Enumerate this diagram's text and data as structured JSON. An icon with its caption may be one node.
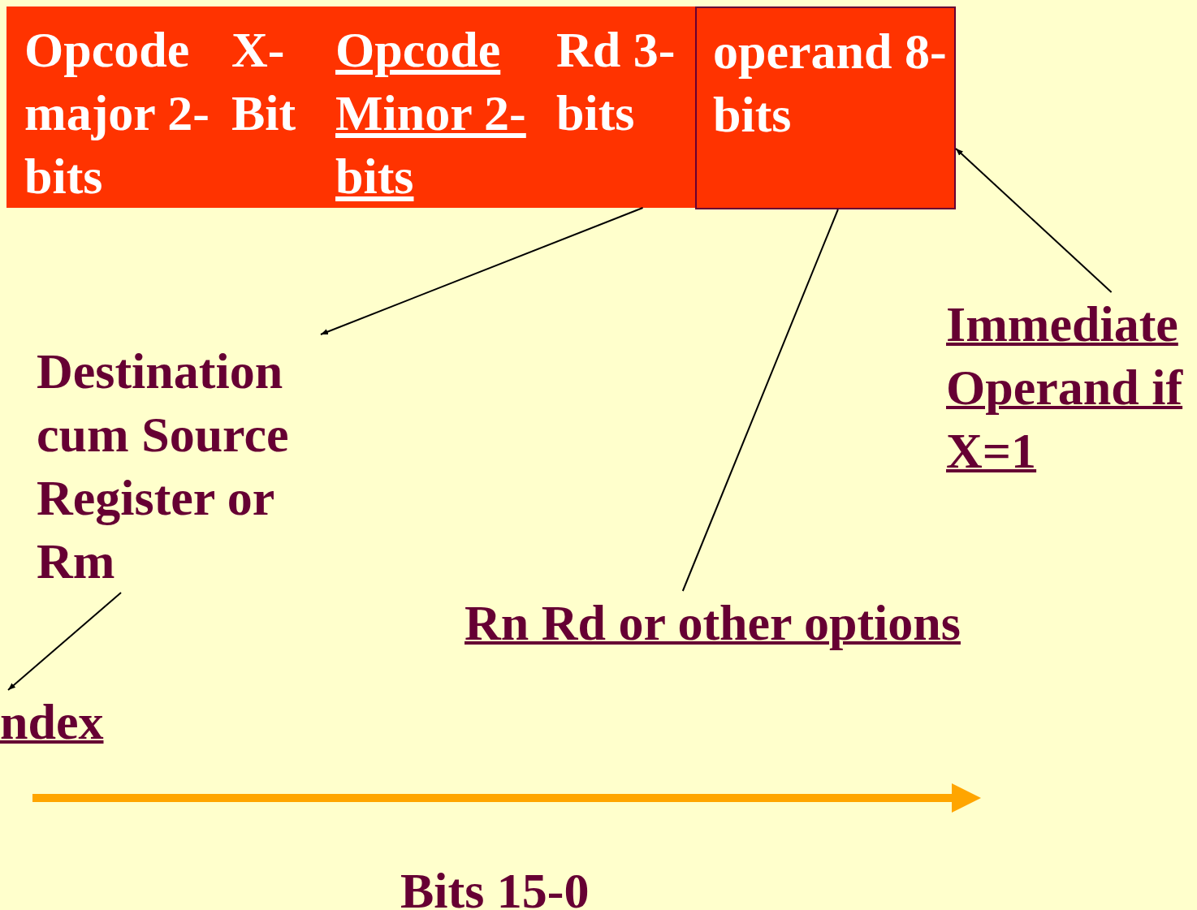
{
  "diagram": {
    "nodes": [
      {
        "text": [
          "Opcode major 2-bits",
          "X- Bit",
          "Opcode Minor 2-bits",
          "Rd 3-bits"
        ]
      },
      {
        "text": [
          "operand 8-bits"
        ]
      },
      {
        "text": [
          "Destination cum Source Register or Rm"
        ]
      },
      {
        "text": [
          "Immediate Operand if X=1"
        ]
      },
      {
        "text": [
          "Rn Rd or other options"
        ]
      },
      {
        "text": [
          "ndex"
        ]
      }
    ],
    "edges": [
      {
        "from": 0,
        "to": 2,
        "arrow": "to"
      },
      {
        "from": 2,
        "to": 5,
        "arrow": "to"
      },
      {
        "from": 4,
        "to": 1,
        "arrow": "none"
      },
      {
        "from": 3,
        "to": 1,
        "arrow": "to"
      }
    ],
    "labels": [
      "Bits 15-0"
    ]
  }
}
